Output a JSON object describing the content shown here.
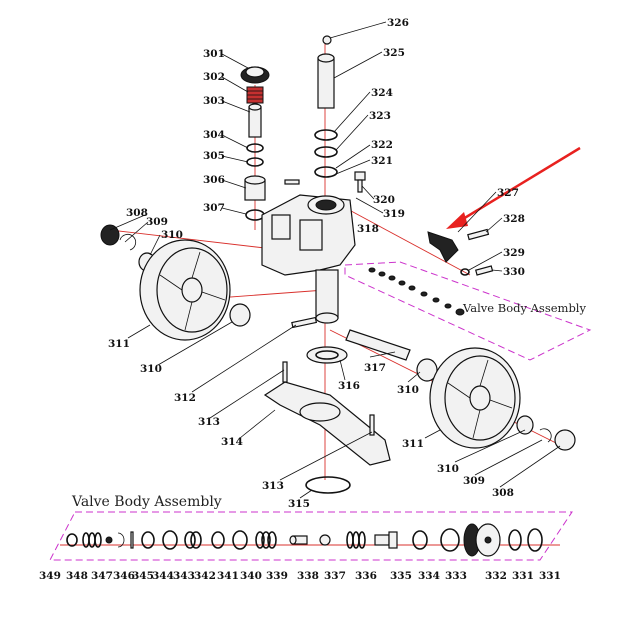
{
  "diagram": {
    "assembly_label_top": "Valve Body Assembly",
    "assembly_label_bottom": "Valve Body Assembly",
    "arrow_color": "#e8211f",
    "axis_color": "#d9302c",
    "box_color": "#cc33cc",
    "labels": {
      "p301": "301",
      "p302": "302",
      "p303": "303",
      "p304": "304",
      "p305": "305",
      "p306": "306",
      "p307": "307",
      "p308a": "308",
      "p308b": "308",
      "p309a": "309",
      "p309b": "309",
      "p310a": "310",
      "p310b": "310",
      "p310c": "310",
      "p310d": "310",
      "p311a": "311",
      "p311b": "311",
      "p312": "312",
      "p313a": "313",
      "p313b": "313",
      "p314": "314",
      "p315": "315",
      "p316": "316",
      "p317": "317",
      "p318": "318",
      "p319": "319",
      "p320": "320",
      "p321": "321",
      "p322": "322",
      "p323": "323",
      "p324": "324",
      "p325": "325",
      "p326": "326",
      "p327": "327",
      "p328": "328",
      "p329": "329",
      "p330": "330",
      "p331a": "331",
      "p331b": "331",
      "p332": "332",
      "p333": "333",
      "p334": "334",
      "p335": "335",
      "p336": "336",
      "p337": "337",
      "p338": "338",
      "p339": "339",
      "p340": "340",
      "p341": "341",
      "p342": "342",
      "p343": "343",
      "p344": "344",
      "p345": "345",
      "p346": "346",
      "p347": "347",
      "p348": "348",
      "p349": "349"
    }
  }
}
